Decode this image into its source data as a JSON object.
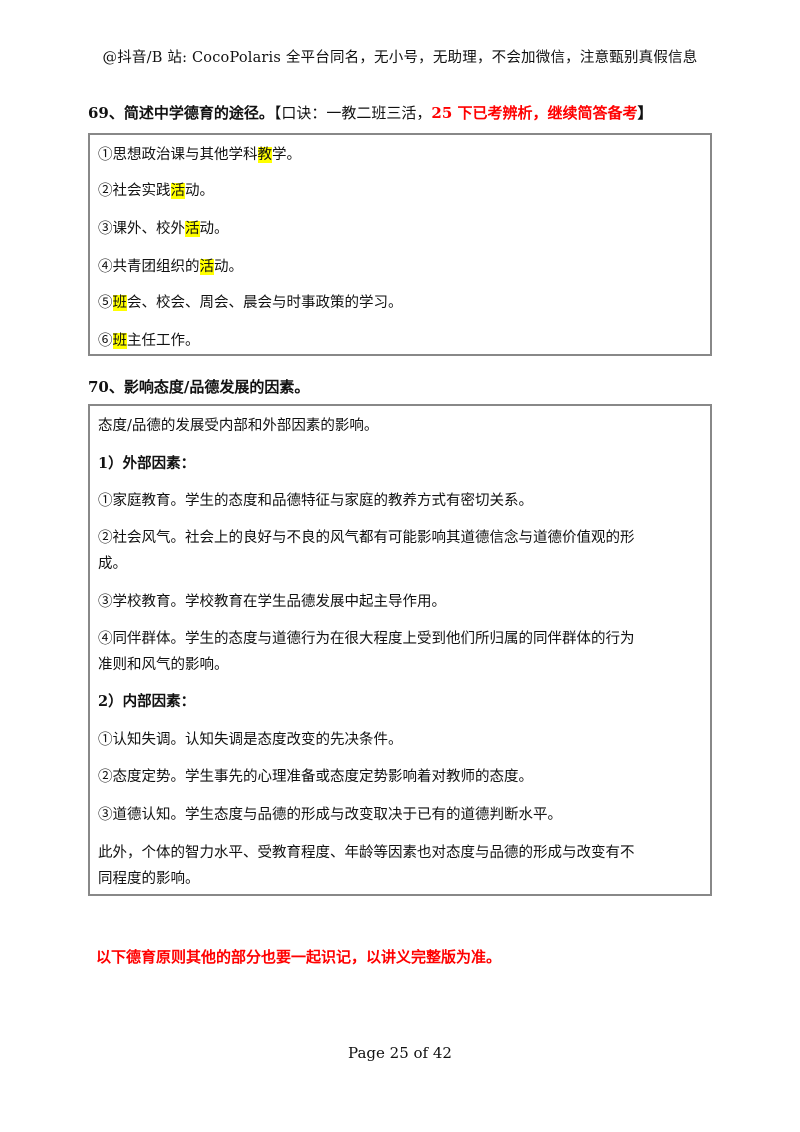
{
  "header": "@抖音/B 站: CocoPolaris 全平台同名，无小号，无助理，不会加微信，注意甄别真假信息",
  "q69": {
    "title": "69、简述中学德育的途径。",
    "hint_plain": "【口诀：一教二班三活，",
    "hint_red": "25 下已考辨析，继续简答备考",
    "hint_end": "】",
    "items": [
      {
        "pre": "①思想政治课与其他学科",
        "hl": "教",
        "post": "学。"
      },
      {
        "pre": "②社会实践",
        "hl": "活",
        "post": "动。"
      },
      {
        "pre": "③课外、校外",
        "hl": "活",
        "post": "动。"
      },
      {
        "pre": "④共青团组织的",
        "hl": "活",
        "post": "动。"
      },
      {
        "pre": "⑤",
        "hl": "班",
        "post": "会、校会、周会、晨会与时事政策的学习。"
      },
      {
        "pre": "⑥",
        "hl": "班",
        "post": "主任工作。"
      }
    ]
  },
  "q70": {
    "title": "70、影响态度/品德发展的因素。",
    "intro": "态度/品德的发展受内部和外部因素的影响。",
    "external_heading": "1）外部因素：",
    "external": [
      "①家庭教育。学生的态度和品德特征与家庭的教养方式有密切关系。",
      "②社会风气。社会上的良好与不良的风气都有可能影响其道德信念与道德价值观的形",
      "成。",
      "③学校教育。学校教育在学生品德发展中起主导作用。",
      "④同伴群体。学生的态度与道德行为在很大程度上受到他们所归属的同伴群体的行为",
      "准则和风气的影响。"
    ],
    "internal_heading": "2）内部因素：",
    "internal": [
      "①认知失调。认知失调是态度改变的先决条件。",
      "②态度定势。学生事先的心理准备或态度定势影响着对教师的态度。",
      "③道德认知。学生态度与品德的形成与改变取决于已有的道德判断水平。"
    ],
    "closing": [
      "此外，个体的智力水平、受教育程度、年龄等因素也对态度与品德的形成与改变有不",
      "同程度的影响。"
    ]
  },
  "footer_note": "以下德育原则其他的部分也要一起识记，以讲义完整版为准。",
  "page_number": "Page 25 of 42",
  "colors": {
    "highlight": "#ffff00",
    "red_text": "#ff0000",
    "border": "#888888"
  }
}
